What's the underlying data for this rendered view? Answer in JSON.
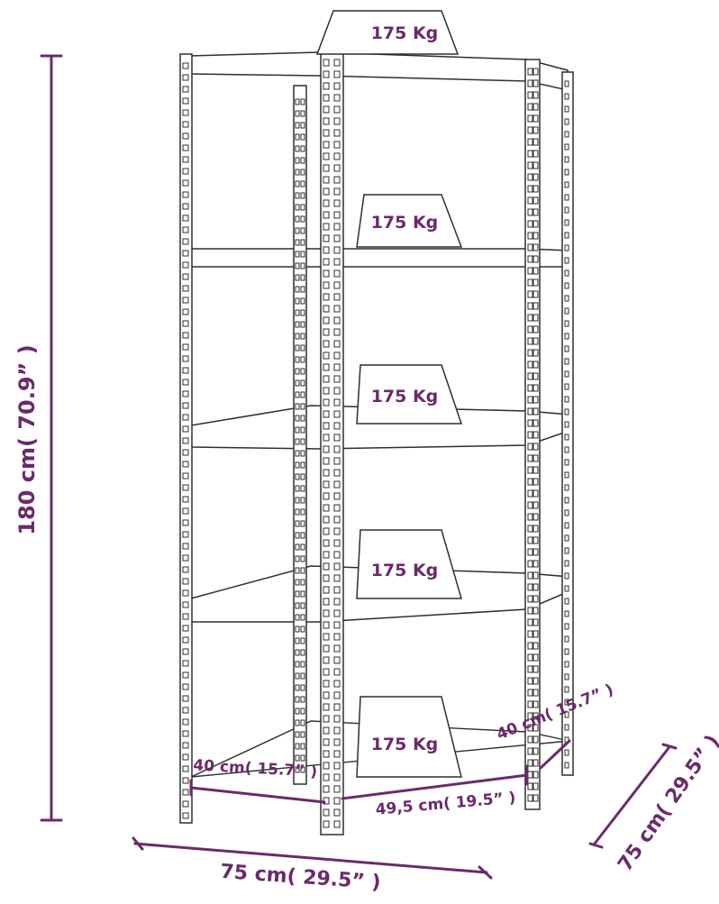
{
  "load_labels": [
    "175 Kg",
    "175 Kg",
    "175 Kg",
    "175 Kg",
    "175 Kg"
  ],
  "dimensions": {
    "height": "180 cm( 70.9” )",
    "front_width": "75 cm( 29.5” )",
    "side_width": "75 cm( 29.5” )",
    "left_shelf_depth": "40 cm( 15.7” )",
    "right_shelf_depth": "40 cm( 15.7” )",
    "diagonal_front": "49,5 cm( 19.5” )"
  },
  "colors": {
    "dimension": "#6b2a6b",
    "line": "#2f2f2f"
  }
}
